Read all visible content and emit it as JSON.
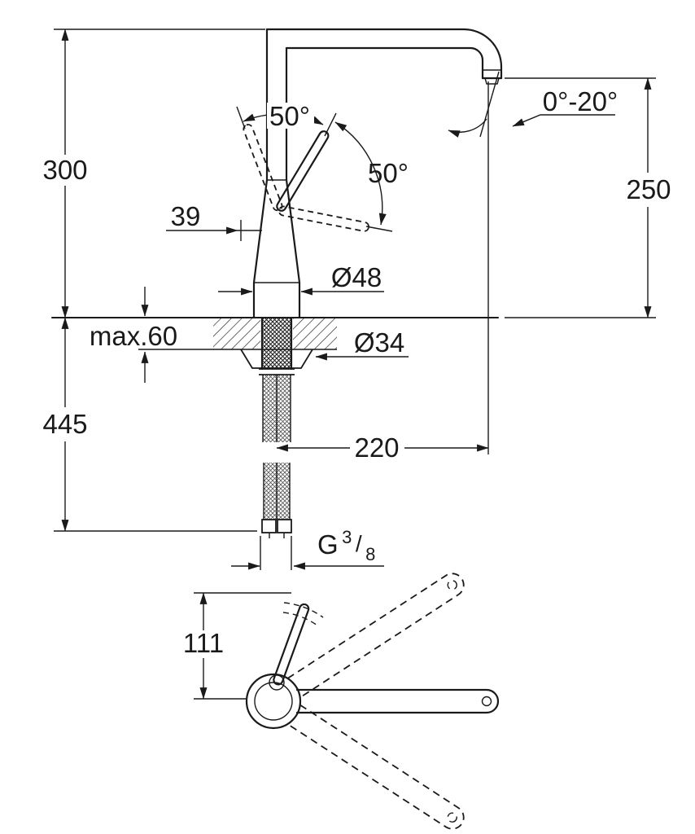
{
  "page": {
    "background": "#ffffff",
    "line_color": "#1a1a1a",
    "kind": "faucet-installation-dimension-drawing"
  },
  "labels": {
    "overall_height": "300",
    "below_deck_length": "445",
    "spout_outlet_height": "250",
    "aerator_tilt_range": "0°-20°",
    "handle_angle_left": "50°",
    "handle_angle_right": "50°",
    "handle_offset": "39",
    "base_diameter": "Ø48",
    "deck_thickness_max": "max.60",
    "hole_diameter": "Ø34",
    "spout_reach": "220",
    "thread_letter": "G",
    "thread_numerator": "3",
    "thread_slash": "/",
    "thread_denominator": "8",
    "plan_handle_depth": "111"
  }
}
